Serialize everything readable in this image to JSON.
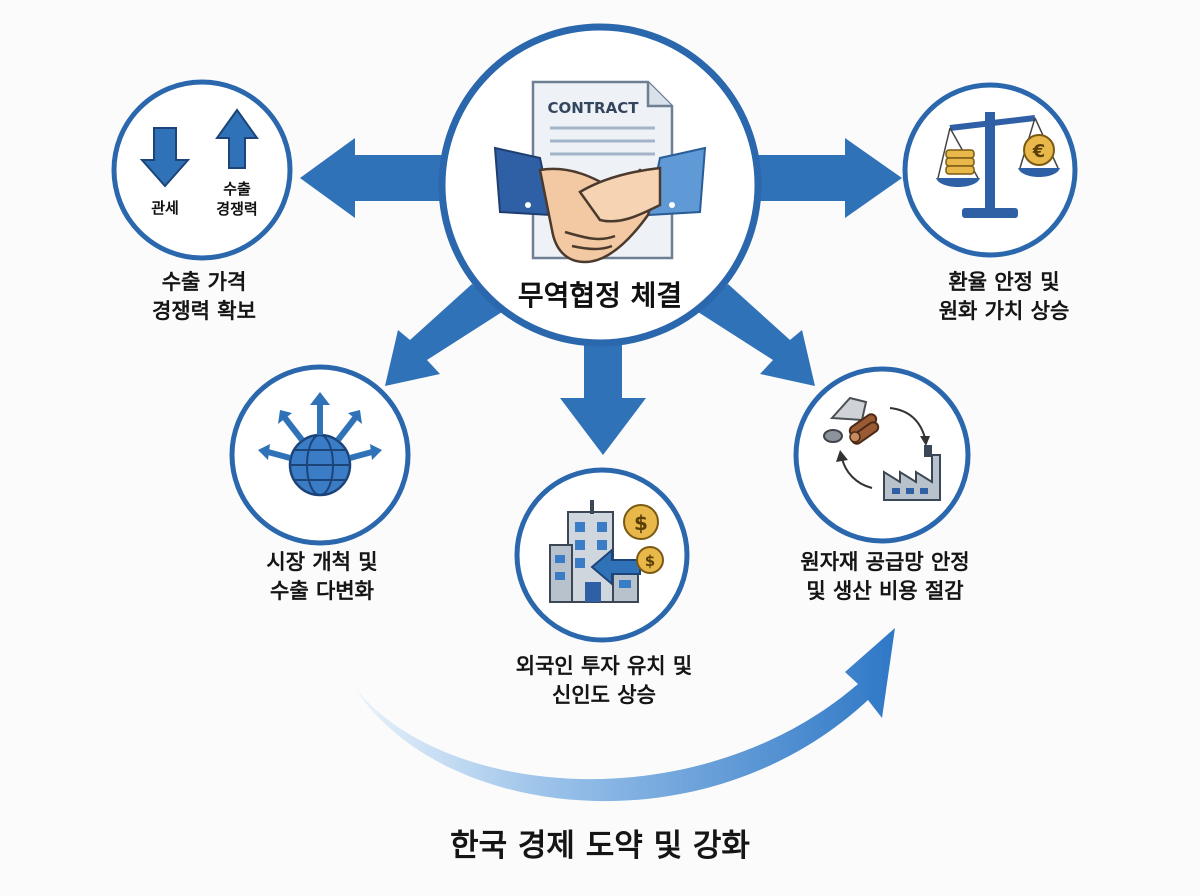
{
  "center": {
    "contract_label": "CONTRACT",
    "title": "무역협정 체결"
  },
  "nodes": {
    "tariff": {
      "tariff_label": "관세",
      "export_label_1": "수출",
      "export_label_2": "경쟁력",
      "caption_1": "수출 가격",
      "caption_2": "경쟁력 확보"
    },
    "exchange": {
      "currency_symbol": "€",
      "caption_1": "환율 안정 및",
      "caption_2": "원화 가치 상승"
    },
    "market": {
      "caption_1": "시장 개척 및",
      "caption_2": "수출 다변화"
    },
    "investment": {
      "currency_symbol": "$",
      "caption_1": "외국인 투자 유치 및",
      "caption_2": "신인도 상승"
    },
    "supply": {
      "caption_1": "원자재 공급망 안정",
      "caption_2": "및 생산 비용 절감"
    }
  },
  "footer": {
    "title": "한국 경제 도약 및 강화"
  },
  "colors": {
    "primary_blue": "#2f72b8",
    "circle_stroke": "#2a67ad",
    "gold": "#e8b84a"
  }
}
